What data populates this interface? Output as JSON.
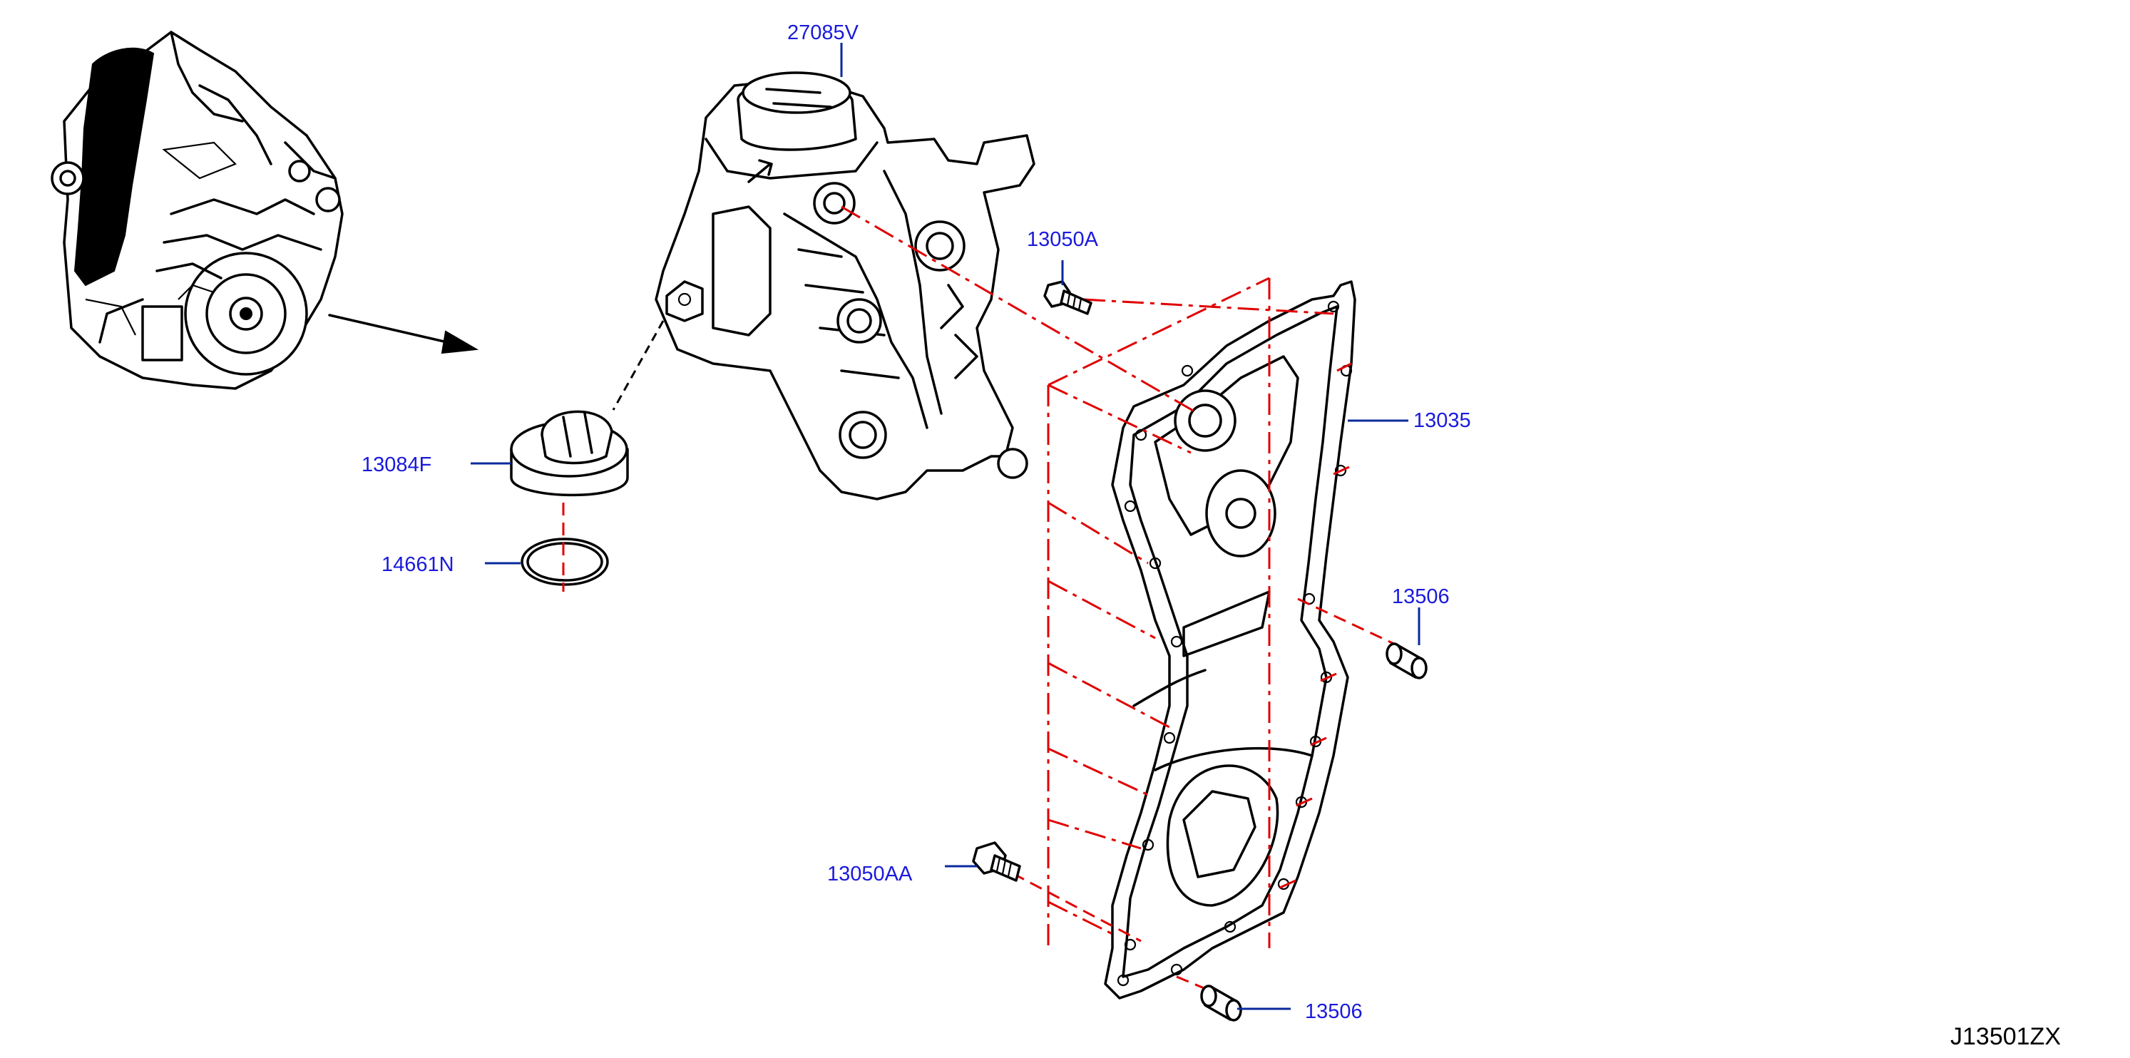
{
  "labels": {
    "p27085V": "27085V",
    "p13050A": "13050A",
    "p13035": "13035",
    "p13084F": "13084F",
    "p14661N": "14661N",
    "p13506_upper": "13506",
    "p13050AA": "13050AA",
    "p13506_lower": "13506"
  },
  "diagram_code": "J13501ZX",
  "colors": {
    "label_text": "#1a1adc",
    "leader_line": "#0a2a9c",
    "centerline": "#e00000",
    "drawing": "#000000",
    "background": "#ffffff"
  }
}
